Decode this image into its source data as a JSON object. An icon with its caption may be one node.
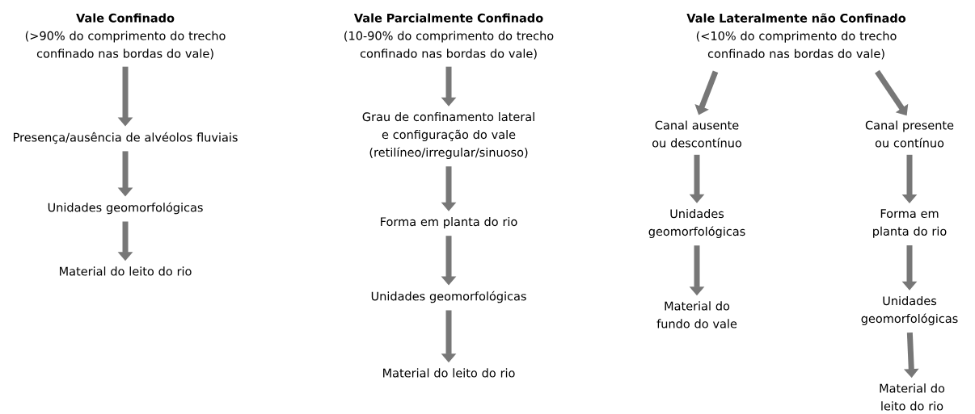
{
  "diagram": {
    "nodes": [
      {
        "text": [
          "Vale Confinado",
          "(>90% do comprimento do trecho confinado nas bordas do vale)"
        ]
      },
      {
        "text": [
          "Presença/ausência de alvéolos fluviais"
        ]
      },
      {
        "text": [
          "Unidades geomorfológicas"
        ]
      },
      {
        "text": [
          "Material do leito do rio"
        ]
      },
      {
        "text": [
          "Vale Parcialmente Confinado",
          "(10-90% do comprimento do trecho confinado nas bordas do vale)"
        ]
      },
      {
        "text": [
          "Grau de confinamento lateral e configuração do vale (retilíneo/irregular/sinuoso)"
        ]
      },
      {
        "text": [
          "Forma em planta do rio"
        ]
      },
      {
        "text": [
          "Unidades geomorfológicas"
        ]
      },
      {
        "text": [
          "Material do leito do rio"
        ]
      },
      {
        "text": [
          "Vale Lateralmente não Confinado",
          "(<10% do comprimento do trecho confinado nas bordas do vale)"
        ]
      },
      {
        "text": [
          "Canal ausente ou descontínuo"
        ]
      },
      {
        "text": [
          "Unidades geomorfológicas"
        ]
      },
      {
        "text": [
          "Material do fundo do vale"
        ]
      },
      {
        "text": [
          "Canal presente ou contínuo"
        ]
      },
      {
        "text": [
          "Forma em planta do rio"
        ]
      },
      {
        "text": [
          "Unidades geomorfológicas"
        ]
      },
      {
        "text": [
          "Material do leito do rio"
        ]
      }
    ],
    "edges": [
      {
        "from": 0,
        "to": 1,
        "arrow": "to"
      },
      {
        "from": 1,
        "to": 2,
        "arrow": "to"
      },
      {
        "from": 2,
        "to": 3,
        "arrow": "to"
      },
      {
        "from": 4,
        "to": 5,
        "arrow": "to"
      },
      {
        "from": 5,
        "to": 6,
        "arrow": "to"
      },
      {
        "from": 6,
        "to": 7,
        "arrow": "to"
      },
      {
        "from": 7,
        "to": 8,
        "arrow": "to"
      },
      {
        "from": 9,
        "to": 10,
        "arrow": "to"
      },
      {
        "from": 9,
        "to": 13,
        "arrow": "to"
      },
      {
        "from": 10,
        "to": 11,
        "arrow": "to"
      },
      {
        "from": 11,
        "to": 12,
        "arrow": "to"
      },
      {
        "from": 13,
        "to": 14,
        "arrow": "to"
      },
      {
        "from": 14,
        "to": 15,
        "arrow": "to"
      },
      {
        "from": 15,
        "to": 16,
        "arrow": "to"
      }
    ]
  }
}
